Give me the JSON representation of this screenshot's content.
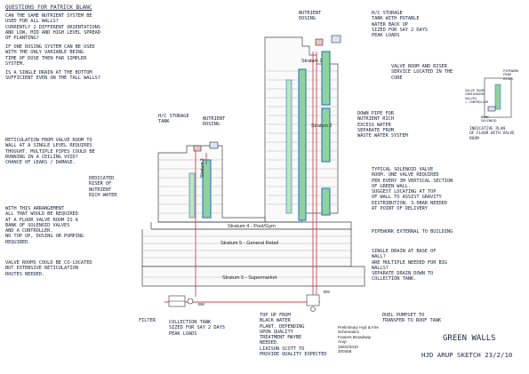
{
  "questions": {
    "heading": "QUESTIONS FOR PATRICK BLANC",
    "q1": "CAN THE SAME NUTRIENT SYSTEM BE\nUSED FOR ALL WALLS?\nCURRENTLY 2 DIFFERENT ORIENTATIONS\nAND LOW, MID AND HIGH LEVEL SPREAD\nOF PLANTING?",
    "q2": "IF ONE DOSING SYSTEM CAN BE USED\nWITH THE ONLY VARIABLE BEING\nTIME OF DOSE THEN FAR SIMPLER\nSYSTEM.",
    "q3": "IS A SINGLE DRAIN AT THE BOTTOM\nSUFFICIENT EVEN ON THE TALL WALLS?"
  },
  "notes": {
    "reticulation": "RETICULATION FROM VALVE ROOM TO\nWALL AT A SINGLE LEVEL REQUIRES\nTHOUGHT. MULTIPLE PIPES COULD BE\nRUNNING IN A CEILING VOID?\nCHANCE OF LEAKS / DAMAGE.",
    "arrangement": "WITH THIS ARRANGEMENT\nALL THAT WOULD BE REQUIRED\nAT A FLOOR VALVE ROOM IS A\nBANK OF SOLENOID VALVES\nAND A CONTROLLER.\nNO TOP UP, DOSING OR PUMPING\nREQUIRED.",
    "valve_rooms": "VALVE ROOMS COULD BE CO-LOCATED\nBUT EXTENSIVE RETICULATION\nROUTES NEEDED.",
    "dedicated_riser": "DEDICATED\nRISER OF\nNUTRIENT\nRICH WATER",
    "hc_storage_left": "H/C STORAGE\nTANK",
    "nutrient_dosing_left": "NUTRIENT\nDOSING",
    "nutrient_dosing_top": "NUTRIENT\nDOSING",
    "hc_storage_top": "H/C STORAGE\nTANK WITH POTABLE\nWATER BACK UP\nSIZED FOR SAY 2 DAYS\nPEAK LOADS",
    "valve_room": "VALVE ROOM AND RISER\nSERVICE LOCATED IN THE\nCORE",
    "down_pipe": "DOWN PIPE FOR\nNUTRIENT RICH\nEXCESS WATER\nSEPARATE FROM\nWASTE WATER SYSTEM",
    "solenoid": "TYPICAL SOLENOID VALVE\nROOM. ONE VALVE REQUIRED\nPER EVERY 3M VERTICAL SECTION\nOF GREEN WALL.\nSUGGEST LOCATING AT TOP\nOF WALL TO ASSIST GRAVITY\nDISTRIBUTION. 3.0BAR NEEDED\nAT POINT OF DELIVERY",
    "pipework": "PIPEWORK EXTERNAL TO BUILDING",
    "single_drain": "SINGLE DRAIN AT BASE OF\nWALL?\nARE MULTIPLE NEEDED FOR BIG\nWALLS?\nSEPARATE DRAIN DOWN TO\nCOLLECTION TANK.",
    "collection_tank": "COLLECTION TANK\nSIZED FOR SAY 2 DAYS\nPEAK LOADS",
    "filter": "FILTER",
    "top_up": "TOP UP FROM\nBLACK WATER\nPLANT. DEPENDING\nUPON QUALITY\nTREATMENT MAYBE\nNEEDED.\nLIAISON SCOTT TO\nPROVIDE QUALITY EXPECTED",
    "duel_pump": "DUEL PUMPSET TO\nTRANSFER TO ROOF TANK",
    "indicative": "INDICATIVE PLAN\nOF FLOOR WITH VALVE\nROOM",
    "plan_riser": "PIPEWORK\nFROM\nRISER",
    "plan_valve": "VALVE ROOM\nCONTAINING\nVALVES\n+ CONTROLLER",
    "plan_bank": "BANK\nSOLENOID"
  },
  "strata": {
    "s1": "Stratum 1",
    "s2": "Stratum 2",
    "s3": "Stratum 3",
    "s4": "Stratum 4 - Pool/Gym",
    "s5a": "Stratum 5 - General Retail",
    "s5b": "Stratum 5 - Supermarket"
  },
  "pipe_labels": {
    "bw_left": "BW",
    "bw_right": "BW"
  },
  "stamp": {
    "text": "Preliminary Hyd & Fire\nSchematics\nFrasers Broadway\nArup\n18/02/2010\n200466"
  },
  "title": {
    "line1": "GREEN WALLS",
    "line2": "HJD ARUP SKETCH 23/2/10"
  },
  "colors": {
    "ink": "#1d2740",
    "pipe_red": "#d9414e",
    "wall_blue": "#3a7fd0",
    "wall_green": "#5fb36a"
  }
}
